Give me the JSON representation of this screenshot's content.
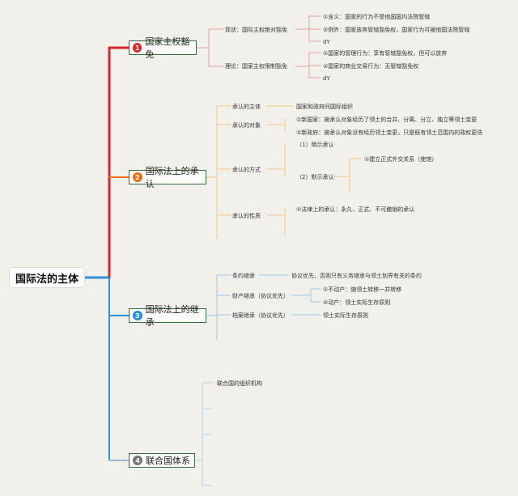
{
  "root": {
    "label": "国际法的主体"
  },
  "branches": [
    {
      "num": "1",
      "label": "国家主权豁免",
      "color": "#d62828",
      "subs": [
        {
          "label": "现状：国际主权绝对豁免",
          "leaves": [
            "①含义：国家的行为不受他国国内法院管辖",
            "②例外：国家放弃管辖豁免权，国家行为可被他国法院管辖",
            "dY"
          ]
        },
        {
          "label": "理论：国家主权限制豁免",
          "leaves": [
            "①国家的管理行为：享有管辖豁免权，但可以放弃",
            "②国家的商业交易行为：无管辖豁免权",
            "dY"
          ]
        }
      ]
    },
    {
      "num": "2",
      "label": "国际法上的承认",
      "color": "#e8711a",
      "subs": [
        {
          "label": "承认的主体",
          "leaves": [
            "国家和政府间国际组织"
          ]
        },
        {
          "label": "承认的对象",
          "leaves": [
            "①新国家：被承认对象经历了领土的合并、分离、分立、独立等领土变更",
            "②新政府：被承认对象没有经历领土变更，只是既有领土范围内的政权更迭"
          ]
        },
        {
          "label": "承认的方式",
          "leaves": [
            "（1）明示承认",
            "（2）默示承认"
          ],
          "extra": "①建立正式外交关系（使馆）"
        },
        {
          "label": "承认的性质",
          "leaves": [
            "①法律上的承认：永久、正式、不可撤销的承认"
          ]
        }
      ]
    },
    {
      "num": "3",
      "label": "国际法上的继承",
      "color": "#2b8fd6",
      "subs": [
        {
          "label": "条约继承",
          "leaves": [
            "协议优先，否则只有义务继承与领土划界有关的条约"
          ]
        },
        {
          "label": "财产继承（协议优先）",
          "leaves": [
            "①不动产：随领土转移一并转移",
            "②动产：领土实际生存原则"
          ]
        },
        {
          "label": "档案继承（协议优先）",
          "leaves": [
            "领土实际生存原则"
          ]
        }
      ]
    },
    {
      "num": "4",
      "label": "联合国体系",
      "color": "#777777",
      "subs": [
        {
          "label": "联合国的组织机构",
          "leaves": []
        }
      ]
    }
  ]
}
